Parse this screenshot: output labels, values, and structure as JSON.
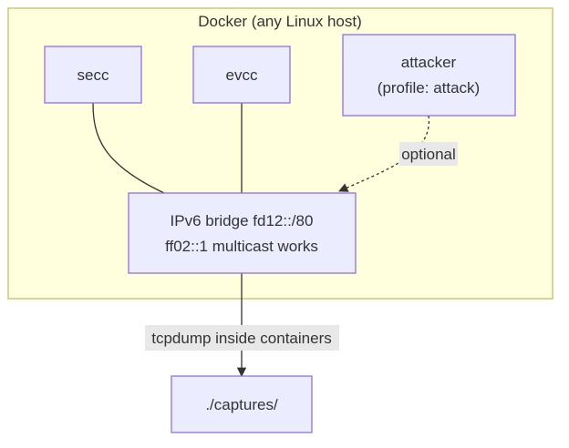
{
  "cluster": {
    "title": "Docker (any Linux host)"
  },
  "nodes": {
    "secc": {
      "lines": [
        "secc"
      ]
    },
    "evcc": {
      "lines": [
        "evcc"
      ]
    },
    "attacker": {
      "lines": [
        "attacker",
        "(profile: attack)"
      ]
    },
    "bridge": {
      "lines": [
        "IPv6 bridge fd12::/80",
        "ff02::1 multicast works"
      ]
    },
    "captures": {
      "lines": [
        "./captures/"
      ]
    }
  },
  "edges": {
    "attacker_bridge": {
      "label": "optional"
    },
    "bridge_captures": {
      "label": "tcpdump inside containers"
    }
  },
  "colors": {
    "cluster_fill": "#ffffde",
    "cluster_stroke": "#c8c878",
    "node_fill": "#ececff",
    "node_stroke": "#9370db",
    "edge": "#333333",
    "edge_label_bg": "#e8e8e8"
  }
}
